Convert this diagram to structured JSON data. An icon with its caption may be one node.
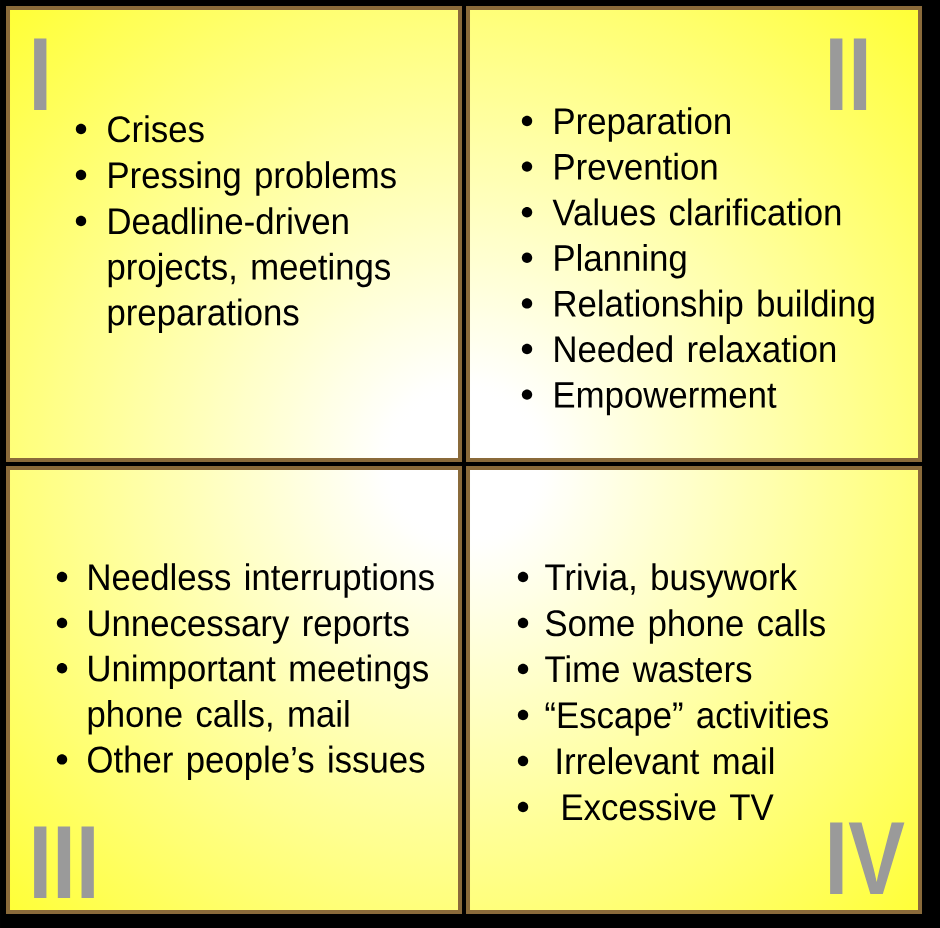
{
  "diagram": {
    "nodes": [
      {
        "text": [
          "I",
          "Crises",
          "Pressing problems",
          "Deadline-driven projects, meetings preparations"
        ]
      },
      {
        "text": [
          "II",
          "Preparation",
          "Prevention",
          "Values clarification",
          "Planning",
          "Relationship building",
          "Needed relaxation",
          "Empowerment"
        ]
      },
      {
        "text": [
          "III",
          "Needless interruptions",
          "Unnecessary reports",
          "Unimportant meetings phone calls, mail",
          "Other people’s issues"
        ]
      },
      {
        "text": [
          "IV",
          "Trivia, busywork",
          "Some phone calls",
          "Time wasters",
          "“Escape” activities",
          "Irrelevant mail",
          "Excessive TV"
        ]
      }
    ]
  }
}
